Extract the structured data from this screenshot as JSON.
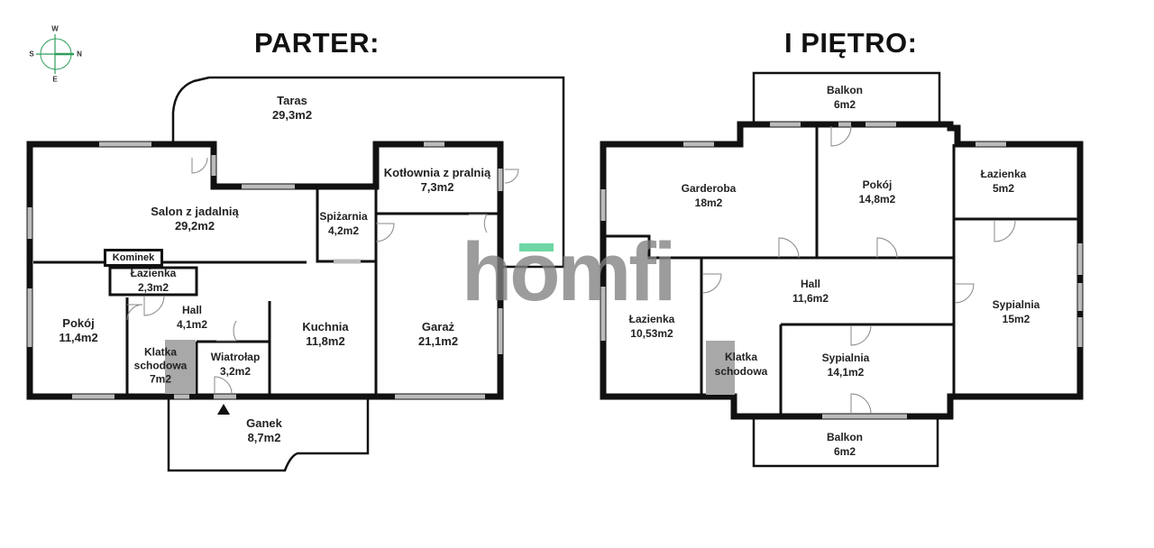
{
  "titles": {
    "ground_floor": "PARTER:",
    "first_floor": "I PIĘTRO:"
  },
  "compass": {
    "icon": "compass-icon",
    "north": "N",
    "south": "S",
    "east": "E",
    "west": "W",
    "color": "#2e9e5b"
  },
  "watermark": {
    "text": "homfi",
    "accent_color": "#6fd6a5"
  },
  "parter": {
    "rooms": [
      {
        "name": "Taras",
        "area": "29,3m2"
      },
      {
        "name": "Salon z jadalnią",
        "area": "29,2m2"
      },
      {
        "name": "Kotłownia z pralnią",
        "area": "7,3m2"
      },
      {
        "name": "Spiżarnia",
        "area": "4,2m2"
      },
      {
        "name": "Kominek",
        "area": ""
      },
      {
        "name": "Łazienka",
        "area": "2,3m2"
      },
      {
        "name": "Pokój",
        "area": "11,4m2"
      },
      {
        "name": "Hall",
        "area": "4,1m2"
      },
      {
        "name": "Klatka schodowa",
        "area": "7m2"
      },
      {
        "name": "Wiatrołap",
        "area": "3,2m2"
      },
      {
        "name": "Kuchnia",
        "area": "11,8m2"
      },
      {
        "name": "Garaż",
        "area": "21,1m2"
      },
      {
        "name": "Ganek",
        "area": "8,7m2"
      }
    ]
  },
  "pietro": {
    "rooms": [
      {
        "name": "Balkon",
        "area": "6m2"
      },
      {
        "name": "Garderoba",
        "area": "18m2"
      },
      {
        "name": "Pokój",
        "area": "14,8m2"
      },
      {
        "name": "Łazienka",
        "area": "5m2"
      },
      {
        "name": "Hall",
        "area": "11,6m2"
      },
      {
        "name": "Łazienka",
        "area": "10,53m2"
      },
      {
        "name": "Klatka schodowa",
        "area": ""
      },
      {
        "name": "Sypialnia",
        "area": "14,1m2"
      },
      {
        "name": "Sypialnia",
        "area": "15m2"
      },
      {
        "name": "Balkon",
        "area": "6m2"
      }
    ]
  },
  "klatka_line1": "Klatka",
  "klatka_line2": "schodowa"
}
